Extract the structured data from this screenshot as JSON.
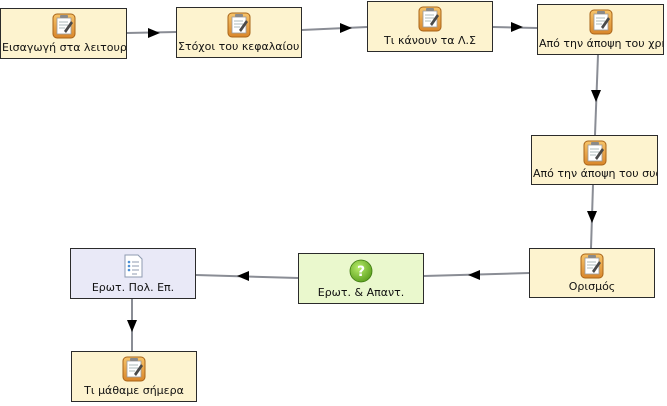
{
  "nodes": [
    {
      "id": "n1",
      "type": "activity",
      "icon": "notepad-icon",
      "label": "Εισαγωγή στα λειτουργικά"
    },
    {
      "id": "n2",
      "type": "activity",
      "icon": "notepad-icon",
      "label": "Στόχοι του κεφαλαίου"
    },
    {
      "id": "n3",
      "type": "activity",
      "icon": "notepad-icon",
      "label": "Τι κάνουν τα Λ.Σ"
    },
    {
      "id": "n4",
      "type": "activity",
      "icon": "notepad-icon",
      "label": "Από την άποψη του χρήστη"
    },
    {
      "id": "n5",
      "type": "activity",
      "icon": "notepad-icon",
      "label": "Από την άποψη του συστήματος"
    },
    {
      "id": "n6",
      "type": "activity",
      "icon": "notepad-icon",
      "label": "Ορισμός"
    },
    {
      "id": "n7",
      "type": "qa",
      "icon": "question-icon",
      "label": "Ερωτ. & Απαντ."
    },
    {
      "id": "n8",
      "type": "quiz",
      "icon": "checklist-icon",
      "label": "Ερωτ. Πολ. Επ."
    },
    {
      "id": "n9",
      "type": "activity",
      "icon": "notepad-icon",
      "label": "Τι μάθαμε σήμερα"
    }
  ],
  "edges": [
    {
      "from": "n1",
      "to": "n2"
    },
    {
      "from": "n2",
      "to": "n3"
    },
    {
      "from": "n3",
      "to": "n4"
    },
    {
      "from": "n4",
      "to": "n5"
    },
    {
      "from": "n5",
      "to": "n6"
    },
    {
      "from": "n6",
      "to": "n7"
    },
    {
      "from": "n7",
      "to": "n8"
    },
    {
      "from": "n8",
      "to": "n9"
    }
  ],
  "colors": {
    "activity_fill": "#fdf3cf",
    "quiz_fill": "#e9e9f7",
    "qa_fill": "#eaf8cd",
    "edge": "#8a8d95",
    "arrow": "#000000"
  }
}
